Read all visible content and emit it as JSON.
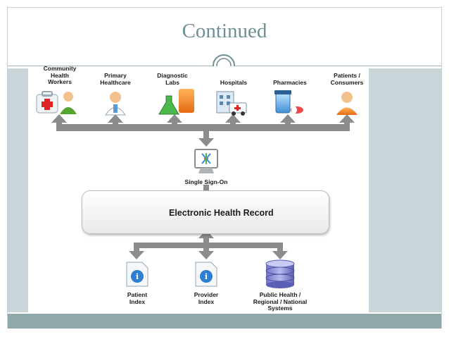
{
  "slide": {
    "title": "Continued"
  },
  "sources": [
    {
      "label": "Community\nHealth\nWorkers",
      "icon": "community-health-workers-icon"
    },
    {
      "label": "Primary\nHealthcare",
      "icon": "doctor-icon"
    },
    {
      "label": "Diagnostic\nLabs",
      "icon": "lab-flask-icon"
    },
    {
      "label": "Hospitals",
      "icon": "hospital-ambulance-icon"
    },
    {
      "label": "Pharmacies",
      "icon": "pill-bottle-icon"
    },
    {
      "label": "Patients /\nConsumers",
      "icon": "patient-person-icon"
    }
  ],
  "sso": {
    "label": "Single Sign-On",
    "icon": "computer-monitor-icon"
  },
  "ehr": {
    "label": "Electronic Health Record",
    "icon": "folder-lock-icon"
  },
  "registries": [
    {
      "label": "Patient\nIndex",
      "icon": "info-document-icon"
    },
    {
      "label": "Provider\nIndex",
      "icon": "info-document-icon"
    },
    {
      "label": "Public Health /\nRegional / National\nSystems",
      "icon": "database-stack-icon"
    }
  ],
  "colors": {
    "title": "#6d8f95",
    "arrow": "#8a8c8d",
    "panel": "#c9d5d8",
    "band": "#8fa9ab"
  }
}
